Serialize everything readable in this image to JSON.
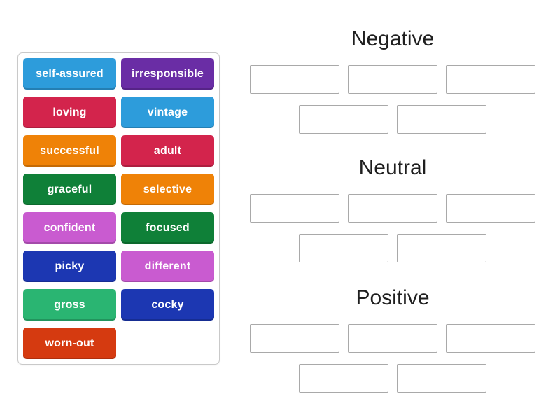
{
  "page": {
    "background": "#ffffff",
    "activity_type": "group-sort"
  },
  "word_bank": {
    "tiles": [
      {
        "label": "self-assured",
        "color": "#2d9cdb"
      },
      {
        "label": "irresponsible",
        "color": "#6a2da5"
      },
      {
        "label": "loving",
        "color": "#d3244c"
      },
      {
        "label": "vintage",
        "color": "#2d9cdb"
      },
      {
        "label": "successful",
        "color": "#ef8207"
      },
      {
        "label": "adult",
        "color": "#d3244c"
      },
      {
        "label": "graceful",
        "color": "#0f8038"
      },
      {
        "label": "selective",
        "color": "#ef8207"
      },
      {
        "label": "confident",
        "color": "#c95bd0"
      },
      {
        "label": "focused",
        "color": "#0f8038"
      },
      {
        "label": "picky",
        "color": "#1c37b2"
      },
      {
        "label": "different",
        "color": "#c95bd0"
      },
      {
        "label": "gross",
        "color": "#2ab572"
      },
      {
        "label": "cocky",
        "color": "#1c37b2"
      },
      {
        "label": "worn-out",
        "color": "#d53a10"
      }
    ],
    "tile_text_color": "#ffffff"
  },
  "groups": [
    {
      "label": "Negative",
      "slots_row1": 3,
      "slots_row2": 2
    },
    {
      "label": "Neutral",
      "slots_row1": 3,
      "slots_row2": 2
    },
    {
      "label": "Positive",
      "slots_row1": 3,
      "slots_row2": 2
    }
  ],
  "colors": {
    "header_text": "#1f1f1f",
    "slot_border": "#a9a9a9",
    "panel_border": "#c9c9c9"
  }
}
